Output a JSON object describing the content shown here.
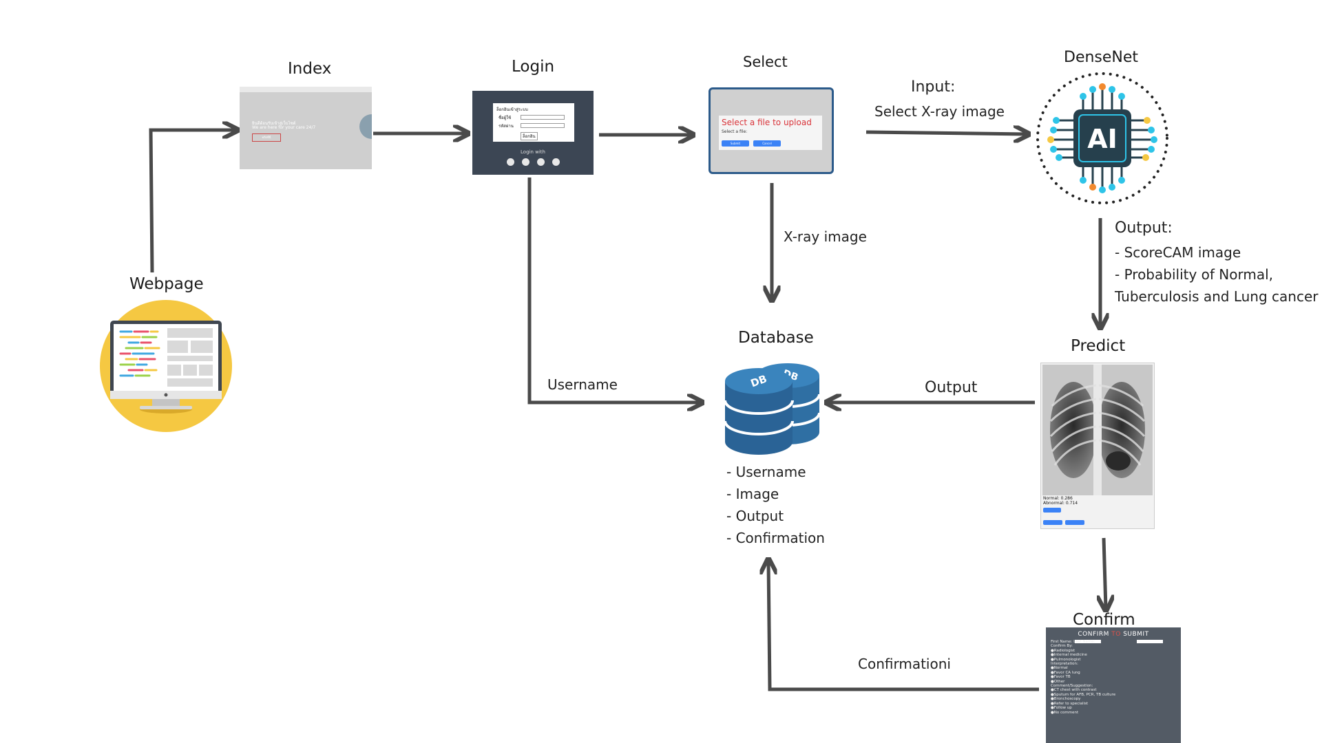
{
  "nodes": {
    "index": "Index",
    "login": "Login",
    "select": "Select",
    "densenet": "DenseNet",
    "webpage": "Webpage",
    "database": "Database",
    "predict": "Predict",
    "confirm": "Confirm"
  },
  "edges": {
    "input_title": "Input:",
    "input_text": "Select X-ray image",
    "xray_image": "X-ray image",
    "username": "Username",
    "output": "Output",
    "confirmation": "Confirmationi",
    "output_title": "Output:",
    "output_items": [
      "- ScoreCAM image",
      "- Probability of Normal,",
      "Tuberculosis and Lung cancer"
    ]
  },
  "database_items": [
    "- Username",
    "- Image",
    "- Output",
    "- Confirmation"
  ],
  "ai_chip_label": "AI",
  "db_labels": [
    "DB",
    "DB"
  ],
  "index_thumb": {
    "headline": "ยินดีต้อนรับเข้าสู่เว็บไซต์",
    "subline": "We are here for your care 24/7",
    "button": "คลิกที่นี่"
  },
  "login_thumb": {
    "heading": "ล็อกอินเข้าสู่ระบบ",
    "user_label": "ชื่อผู้ใช้",
    "pass_label": "รหัสผ่าน",
    "submit": "ล็อกอิน",
    "login_with": "Login with"
  },
  "select_thumb": {
    "heading": "Select a file to upload",
    "file_label": "Select a file:",
    "btn1": "Submit",
    "btn2": "Cancel"
  },
  "predict_thumb": {
    "normal": "Normal: 0.286",
    "abnormal": "Abnormal: 0.714"
  },
  "confirm_thumb": {
    "header_a": "CONFIRM",
    "header_to": "TO",
    "header_b": "SUBMIT",
    "lines": [
      "First Name:              Last Name:",
      "Confirm By:",
      "●Radiologist",
      "●Internal medicine",
      "●Pulmonologist",
      "Interpretation:",
      "●Normal",
      "●Favor CA lung",
      "●Favor TB",
      "●Other",
      "Comment/Suggestion:",
      "●CT chest with contrast",
      "●Sputum for AFB, PCR, TB culture",
      "●Bronchoscopy",
      "●Refer to specialist",
      "●Follow up",
      "●No comment"
    ]
  },
  "colors": {
    "arrow": "#4a4a4a",
    "db_blue": "#2f6fa3",
    "monitor_circle": "#f5c842",
    "ai_chip": "#26404d"
  }
}
